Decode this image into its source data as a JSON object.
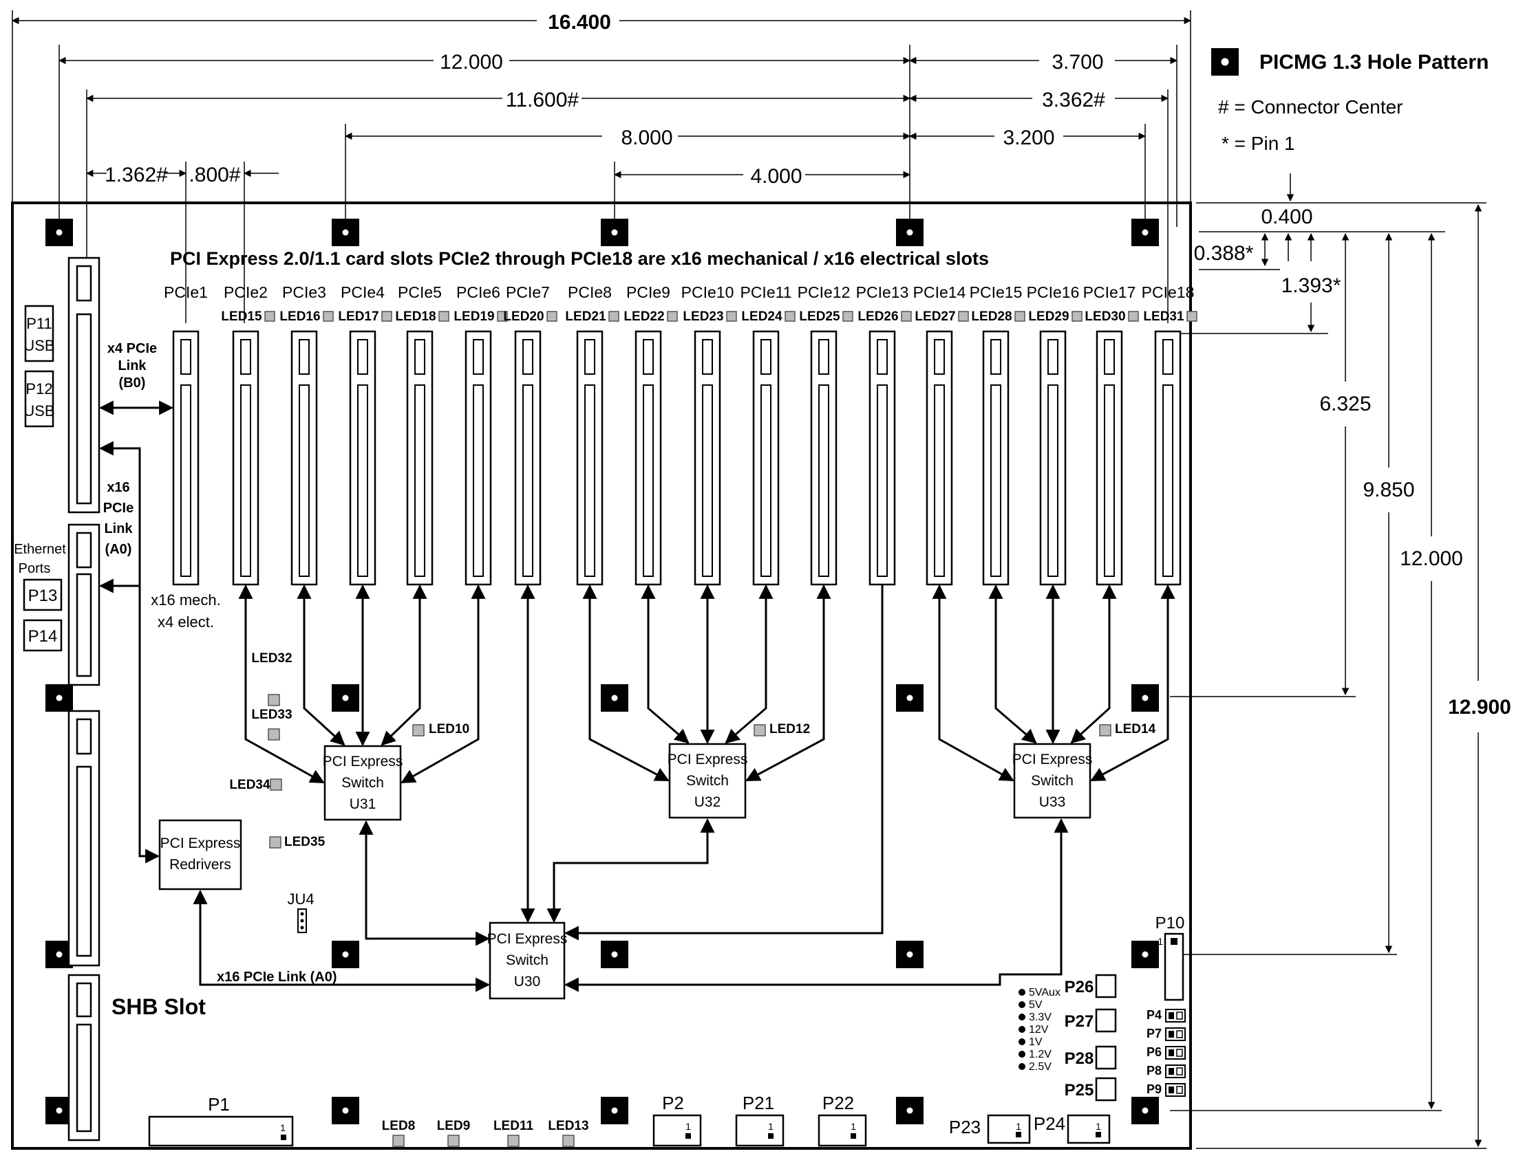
{
  "title": "PCI Express 2.0/1.1 card slots PCIe2 through PCIe18 are x16 mechanical / x16 electrical slots",
  "legend": {
    "hole_pattern": "PICMG 1.3 Hole Pattern",
    "connector_center": "# = Connector Center",
    "pin1": "* = Pin 1"
  },
  "dimensions": {
    "total_width": "16.400",
    "d12": "12.000",
    "d3_700": "3.700",
    "d11_600": "11.600#",
    "d3_362": "3.362#",
    "d8_000": "8.000",
    "d3_200": "3.200",
    "d4_000": "4.000",
    "d1_362": "1.362#",
    "d0_800": ".800#",
    "d0_400": "0.400",
    "d0_388": "0.388*",
    "d1_393": "1.393*",
    "d6_325": "6.325",
    "d9_850": "9.850",
    "d12_000v": "12.000",
    "d12_900": "12.900"
  },
  "slots": [
    {
      "name": "PCIe1",
      "led": ""
    },
    {
      "name": "PCIe2",
      "led": "LED15"
    },
    {
      "name": "PCIe3",
      "led": "LED16"
    },
    {
      "name": "PCIe4",
      "led": "LED17"
    },
    {
      "name": "PCIe5",
      "led": "LED18"
    },
    {
      "name": "PCIe6",
      "led": "LED19"
    },
    {
      "name": "PCIe7",
      "led": "LED20"
    },
    {
      "name": "PCIe8",
      "led": "LED21"
    },
    {
      "name": "PCIe9",
      "led": "LED22"
    },
    {
      "name": "PCIe10",
      "led": "LED23"
    },
    {
      "name": "PCIe11",
      "led": "LED24"
    },
    {
      "name": "PCIe12",
      "led": "LED25"
    },
    {
      "name": "PCIe13",
      "led": "LED26"
    },
    {
      "name": "PCIe14",
      "led": "LED27"
    },
    {
      "name": "PCIe15",
      "led": "LED28"
    },
    {
      "name": "PCIe16",
      "led": "LED29"
    },
    {
      "name": "PCIe17",
      "led": "LED30"
    },
    {
      "name": "PCIe18",
      "led": "LED31"
    }
  ],
  "labels": {
    "p11": [
      "P11",
      "USB"
    ],
    "p12": [
      "P12",
      "USB"
    ],
    "ethernet": [
      "Ethernet",
      "Ports"
    ],
    "p13": "P13",
    "p14": "P14",
    "x4_link": [
      "x4 PCIe",
      "Link",
      "(B0)"
    ],
    "x16_link": [
      "x16",
      "PCIe",
      "Link",
      "(A0)"
    ],
    "pcie1_note": [
      "x16 mech.",
      "x4 elect."
    ],
    "shb_slot": "SHB Slot",
    "redrivers": [
      "PCI Express",
      "Redrivers"
    ],
    "u31": [
      "PCI Express",
      "Switch",
      "U31"
    ],
    "u32": [
      "PCI Express",
      "Switch",
      "U32"
    ],
    "u33": [
      "PCI Express",
      "Switch",
      "U33"
    ],
    "u30": [
      "PCI Express",
      "Switch",
      "U30"
    ],
    "x16_link_bottom": "x16 PCIe Link (A0)",
    "ju4": "JU4",
    "led32": "LED32",
    "led33": "LED33",
    "led34": "LED34",
    "led35": "LED35",
    "led10": "LED10",
    "led12": "LED12",
    "led14": "LED14",
    "led8": "LED8",
    "led9": "LED9",
    "led11": "LED11",
    "led13": "LED13",
    "p1": "P1",
    "p2": "P2",
    "p21": "P21",
    "p22": "P22",
    "p23": "P23",
    "p24": "P24",
    "p10": "P10",
    "p26": "P26",
    "p27": "P27",
    "p28": "P28",
    "p25": "P25",
    "p4": "P4",
    "p7": "P7",
    "p6": "P6",
    "p8": "P8",
    "p9": "P9",
    "pin1": "1",
    "voltages": [
      "5VAux",
      "5V",
      "3.3V",
      "12V",
      "1V",
      "1.2V",
      "2.5V"
    ]
  }
}
